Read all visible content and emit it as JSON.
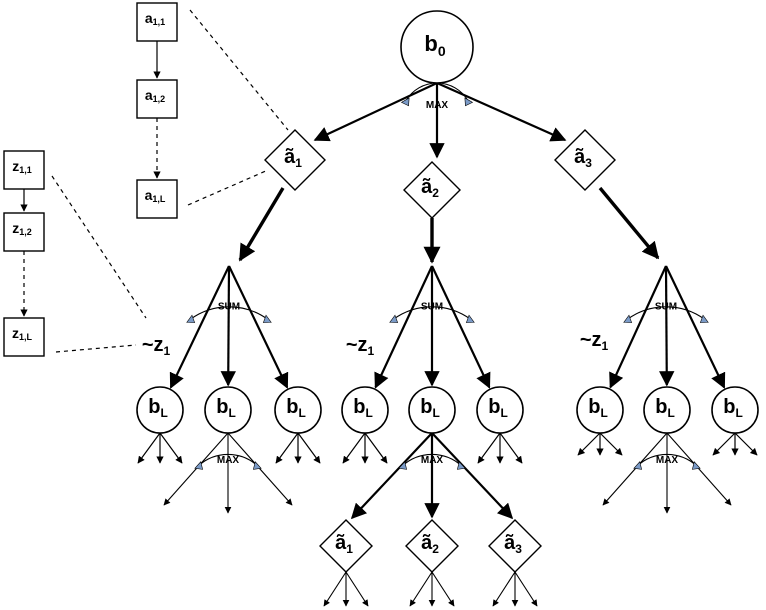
{
  "nodes": {
    "root": "b",
    "root_sub": "0",
    "leaf": "b",
    "leaf_sub": "L"
  },
  "actions": {
    "base": "ã",
    "sub1": "1",
    "sub2": "2",
    "sub3": "3"
  },
  "action_chain": {
    "base": "a",
    "items": [
      "1,1",
      "1,2",
      "1,L"
    ]
  },
  "obs_chain": {
    "base": "z",
    "items": [
      "1,1",
      "1,2",
      "1,L"
    ]
  },
  "operators": {
    "max": "MAX",
    "sum": "SUM"
  },
  "sample_label": {
    "prefix": "~z",
    "sub": "1"
  }
}
